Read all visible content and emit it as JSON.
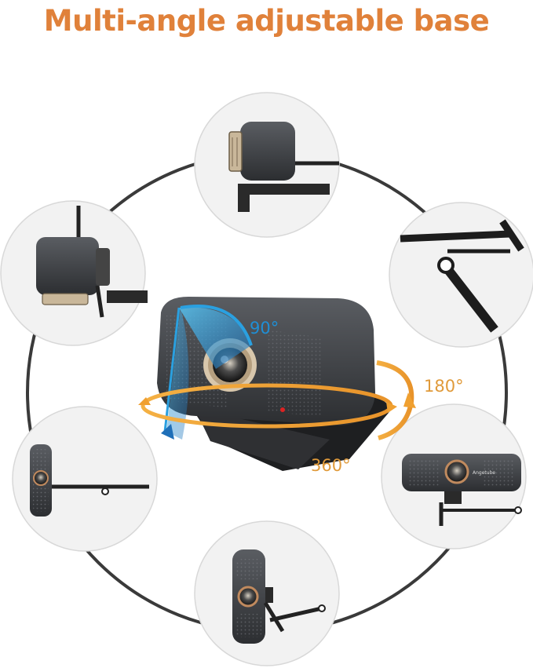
{
  "title": "Multi-angle adjustable base",
  "angles": {
    "tilt": "90°",
    "swivel": "180°",
    "rotate": "360°"
  },
  "brand_mark": "Angetube",
  "colors": {
    "title": "#e0813a",
    "tilt_arc": "#1f8fd6",
    "rotation_arcs": "#f0a030",
    "ring": "#3a3a3a"
  },
  "views": [
    {
      "name": "top-view"
    },
    {
      "name": "side-view-left"
    },
    {
      "name": "hinge-detail"
    },
    {
      "name": "front-view-clip-vertical"
    },
    {
      "name": "front-view-on-monitor"
    },
    {
      "name": "front-view-rotated"
    }
  ]
}
